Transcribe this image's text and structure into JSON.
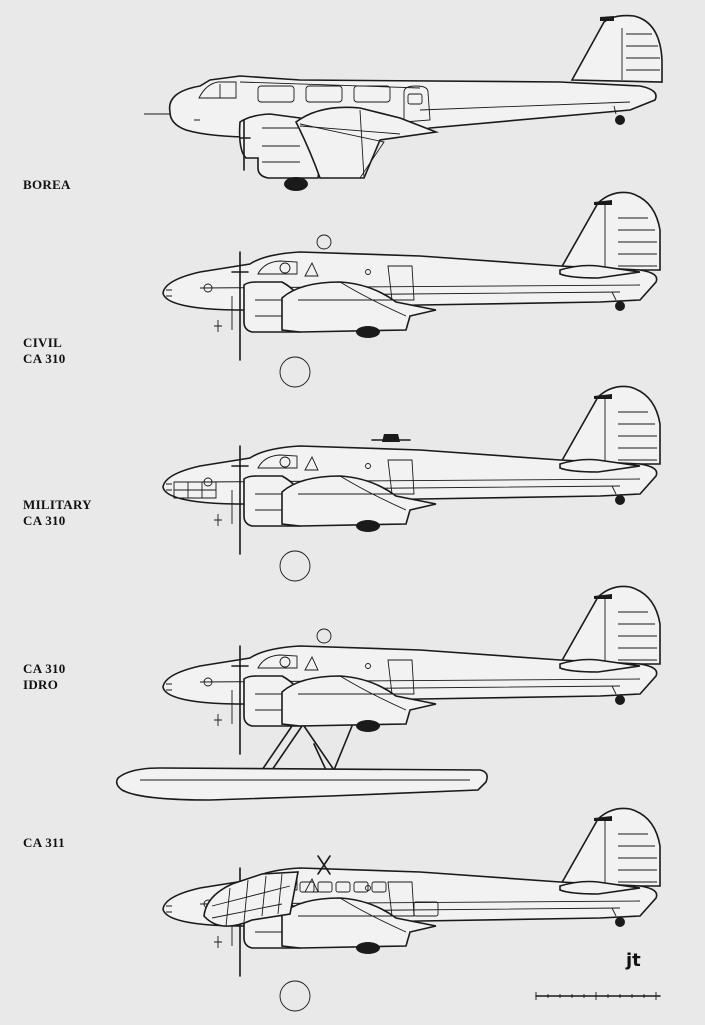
{
  "labels": {
    "borea": "BOREA",
    "civil_line1": "CIVIL",
    "civil_line2": "CA 310",
    "military_line1": "MILITARY",
    "military_line2": "CA 310",
    "idro_line1": "CA 310",
    "idro_line2": "IDRO",
    "ca311": "CA 311"
  },
  "signature": "jt"
}
